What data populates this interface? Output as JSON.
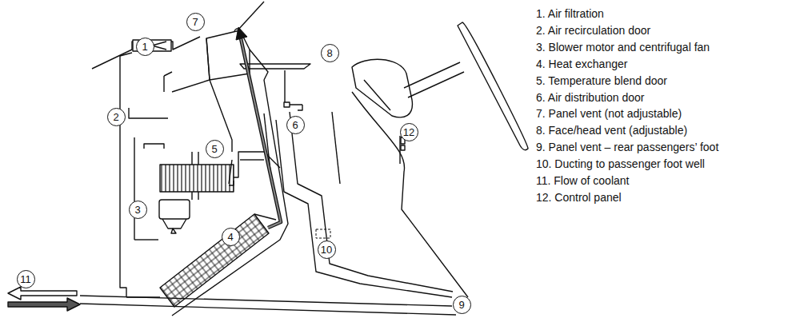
{
  "diagram": {
    "nodes": [
      {
        "text": [
          "1"
        ]
      },
      {
        "text": [
          "2"
        ]
      },
      {
        "text": [
          "3"
        ]
      },
      {
        "text": [
          "4"
        ]
      },
      {
        "text": [
          "5"
        ]
      },
      {
        "text": [
          "6"
        ]
      },
      {
        "text": [
          "7"
        ]
      },
      {
        "text": [
          "8"
        ]
      },
      {
        "text": [
          "9"
        ]
      },
      {
        "text": [
          "10"
        ]
      },
      {
        "text": [
          "11"
        ]
      },
      {
        "text": [
          "12"
        ]
      }
    ],
    "labels": [
      "1. Air filtration",
      "2. Air recirculation door",
      "3. Blower motor and centrifugal fan",
      "4. Heat exchanger",
      "5. Temperature blend door",
      "6. Air distribution door",
      "7. Panel vent (not adjustable)",
      "8. Face/head vent (adjustable)",
      "9. Panel vent – rear passengers’ foot",
      "10. Ducting to passenger foot well",
      "11. Flow of coolant",
      "12. Control panel"
    ]
  }
}
